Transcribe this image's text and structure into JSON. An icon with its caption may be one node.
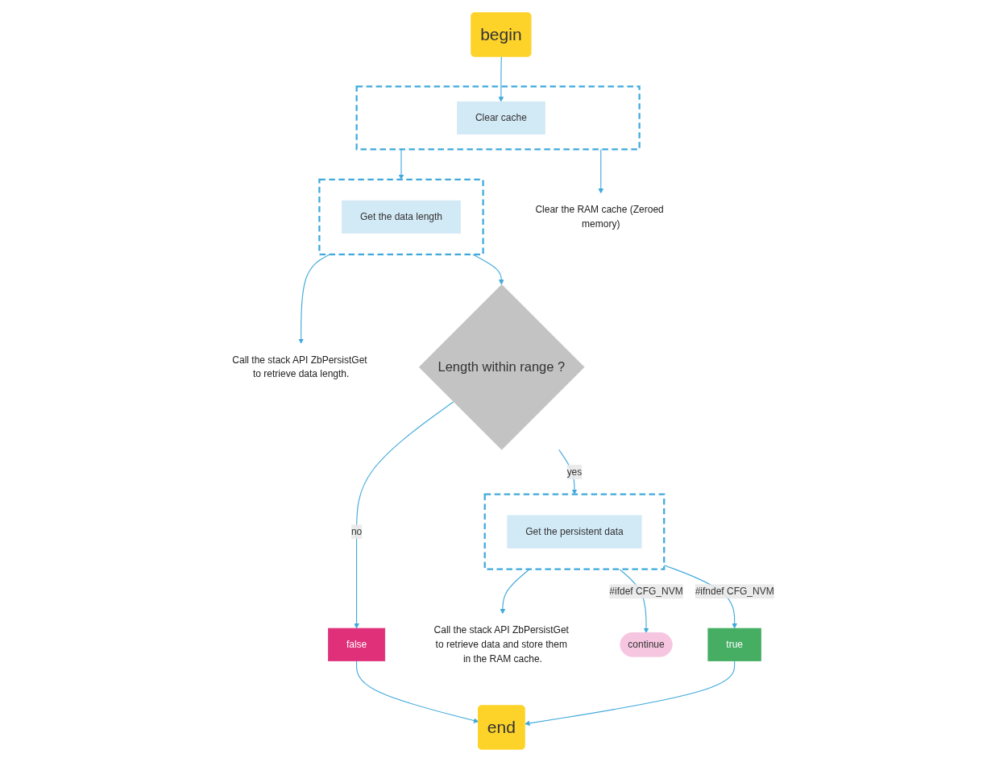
{
  "diagram": {
    "nodes": [
      {
        "text": [
          "begin"
        ]
      },
      {
        "text": [],
        "shape": "box"
      },
      {
        "text": [
          "Clear cache"
        ],
        "in": 1
      },
      {
        "text": [
          "Clear the RAM cache (Zeroed memory)"
        ]
      },
      {
        "text": [],
        "shape": "box"
      },
      {
        "text": [
          "Get the data length"
        ],
        "in": 4
      },
      {
        "text": [
          "Call the stack API ZbPersistGet to retrieve data length."
        ]
      },
      {
        "text": [
          "Length within range ?"
        ]
      },
      {
        "text": [
          "false"
        ]
      },
      {
        "text": [],
        "shape": "box"
      },
      {
        "text": [
          "Get the persistent data"
        ],
        "in": 9
      },
      {
        "text": [
          "Call the stack API ZbPersistGet to retrieve data and store them in the RAM cache."
        ]
      },
      {
        "text": [
          "continue"
        ]
      },
      {
        "text": [
          "true"
        ]
      },
      {
        "text": [
          "end"
        ]
      }
    ],
    "edges": [
      {
        "from": 0,
        "to": 2,
        "arrow": "to"
      },
      {
        "from": 1,
        "to": 3,
        "arrow": "to"
      },
      {
        "from": 1,
        "to": 4,
        "arrow": "to"
      },
      {
        "from": 4,
        "to": 6,
        "arrow": "to"
      },
      {
        "from": 4,
        "to": 7,
        "arrow": "to"
      },
      {
        "from": 7,
        "to": 8,
        "label": "no",
        "arrow": "to"
      },
      {
        "from": 7,
        "to": 9,
        "label": "yes",
        "arrow": "to"
      },
      {
        "from": 9,
        "to": 11,
        "arrow": "to"
      },
      {
        "from": 9,
        "to": 12,
        "label": "#ifdef CFG_NVM",
        "arrow": "to"
      },
      {
        "from": 9,
        "to": 13,
        "label": "#ifndef CFG_NVM",
        "arrow": "to"
      },
      {
        "from": 8,
        "to": 14,
        "arrow": "to"
      },
      {
        "from": 13,
        "to": 14,
        "arrow": "to"
      }
    ]
  }
}
